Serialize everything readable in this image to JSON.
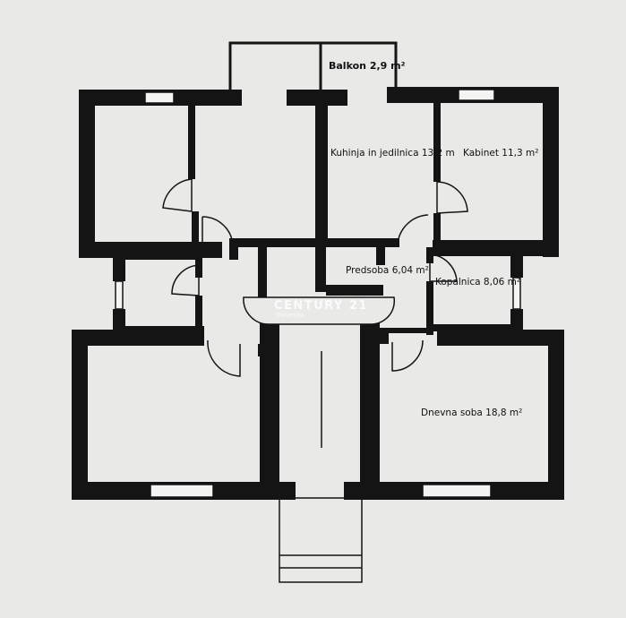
{
  "rooms": {
    "balkon": "Balkon 2,9 m²",
    "kuhinja": "Kuhinja in jedilnica 13,2 m",
    "kabinet": "Kabinet 11,3 m²",
    "predsoba": "Predsoba 6,04 m²",
    "kopalnica": "Kopalnica 8,06 m²",
    "dnevna": "Dnevna soba 18,8 m²"
  },
  "watermark": {
    "brand": "CENTURY 21",
    "region": "Slovenija"
  },
  "colors": {
    "background": "#e9e9e7",
    "wall": "#141414"
  }
}
